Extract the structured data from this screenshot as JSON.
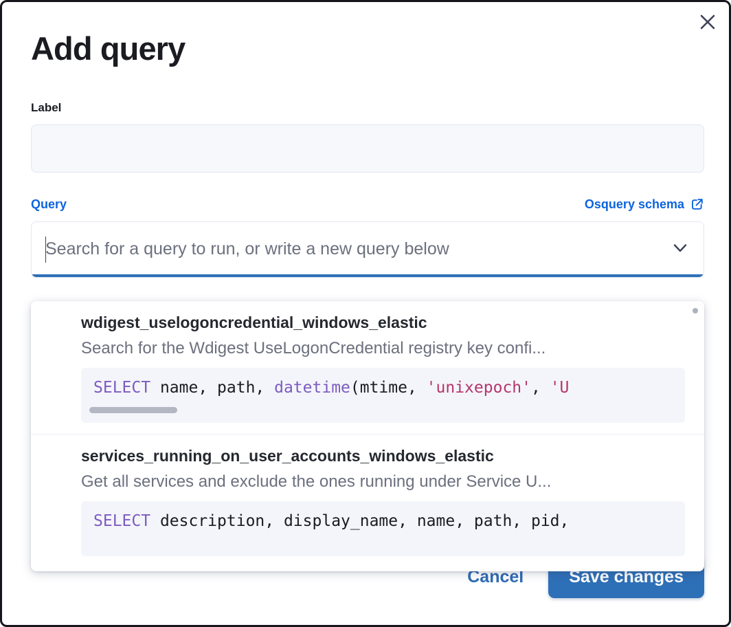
{
  "modal": {
    "title": "Add query",
    "close_icon": "close-icon"
  },
  "label_field": {
    "label": "Label",
    "value": "",
    "placeholder": ""
  },
  "query_field": {
    "label": "Query",
    "schema_link_text": "Osquery schema",
    "schema_link_icon": "external-link-icon",
    "combobox_placeholder": "Search for a query to run, or write a new query below",
    "combobox_value": "",
    "caret_icon": "chevron-down-icon"
  },
  "dropdown": {
    "options": [
      {
        "title": "wdigest_uselogoncredential_windows_elastic",
        "description": "Search for the Wdigest UseLogonCredential registry key confi...",
        "code_tokens": [
          {
            "text": "SELECT",
            "type": "keyword"
          },
          {
            "text": " name, path, ",
            "type": "plain"
          },
          {
            "text": "datetime",
            "type": "function"
          },
          {
            "text": "(mtime, ",
            "type": "plain"
          },
          {
            "text": "'unixepoch'",
            "type": "string"
          },
          {
            "text": ", ",
            "type": "plain"
          },
          {
            "text": "'U",
            "type": "string"
          }
        ],
        "has_code_scrollbar": true
      },
      {
        "title": "services_running_on_user_accounts_windows_elastic",
        "description": "Get all services and exclude the ones running under Service U...",
        "code_tokens": [
          {
            "text": "SELECT",
            "type": "keyword"
          },
          {
            "text": " description, display_name, name, path, pid,",
            "type": "plain"
          }
        ],
        "has_code_scrollbar": false
      }
    ],
    "scroll_indicator": "scrollbar-thumb"
  },
  "footer": {
    "cancel_label": "Cancel",
    "save_label": "Save changes"
  },
  "colors": {
    "accent_blue": "#0b64dd",
    "button_blue": "#2e70b8",
    "keyword_purple": "#7c5cbf",
    "string_crimson": "#b5356b",
    "muted_text": "#6c707e"
  }
}
